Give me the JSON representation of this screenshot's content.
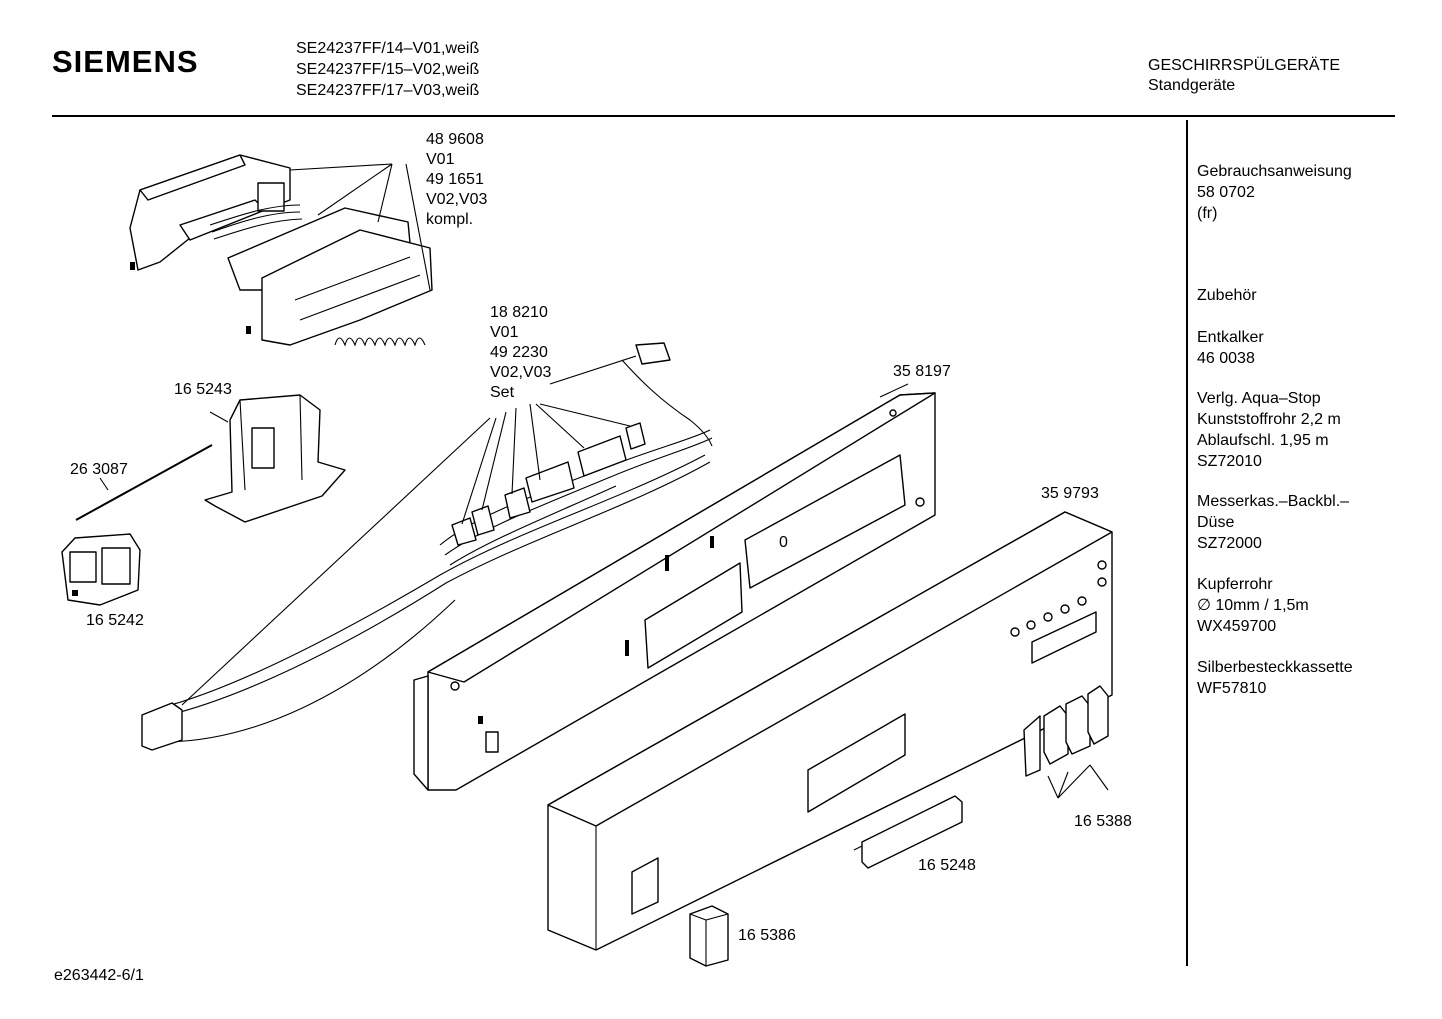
{
  "header": {
    "brand": "SIEMENS",
    "models": [
      "SE24237FF/14–V01,weiß",
      "SE24237FF/15–V02,weiß",
      "SE24237FF/17–V03,weiß"
    ],
    "category_title": "GESCHIRRSPÜLGERÄTE",
    "category_subtitle": "Standgeräte"
  },
  "sidebar": {
    "items": [
      "Gebrauchsanweisung",
      "58 0702",
      "(fr)",
      "Zubehör",
      "Entkalker",
      "46 0038",
      "Verlg. Aqua–Stop",
      "Kunststoffrohr 2,2 m",
      "Ablaufschl. 1,95 m",
      "SZ72010",
      "Messerkas.–Backbl.–",
      "Düse",
      "SZ72000",
      "Kupferrohr",
      "∅ 10mm / 1,5m",
      "WX459700",
      "Silberbesteckkassette",
      "WF57810"
    ]
  },
  "parts": {
    "board": [
      "48 9608",
      "V01",
      "49 1651",
      "V02,V03",
      "kompl."
    ],
    "harness": [
      "18 8210",
      "V01",
      "49 2230",
      "V02,V03",
      "Set"
    ],
    "p165243": "16 5243",
    "p263087": "26 3087",
    "p165242": "16 5242",
    "p358197": "35 8197",
    "p359793": "35 9793",
    "p165388": "16 5388",
    "p165248": "16 5248",
    "p165386": "16 5386",
    "panel_marking": "0"
  },
  "footer": {
    "code": "e263442-6/1"
  }
}
